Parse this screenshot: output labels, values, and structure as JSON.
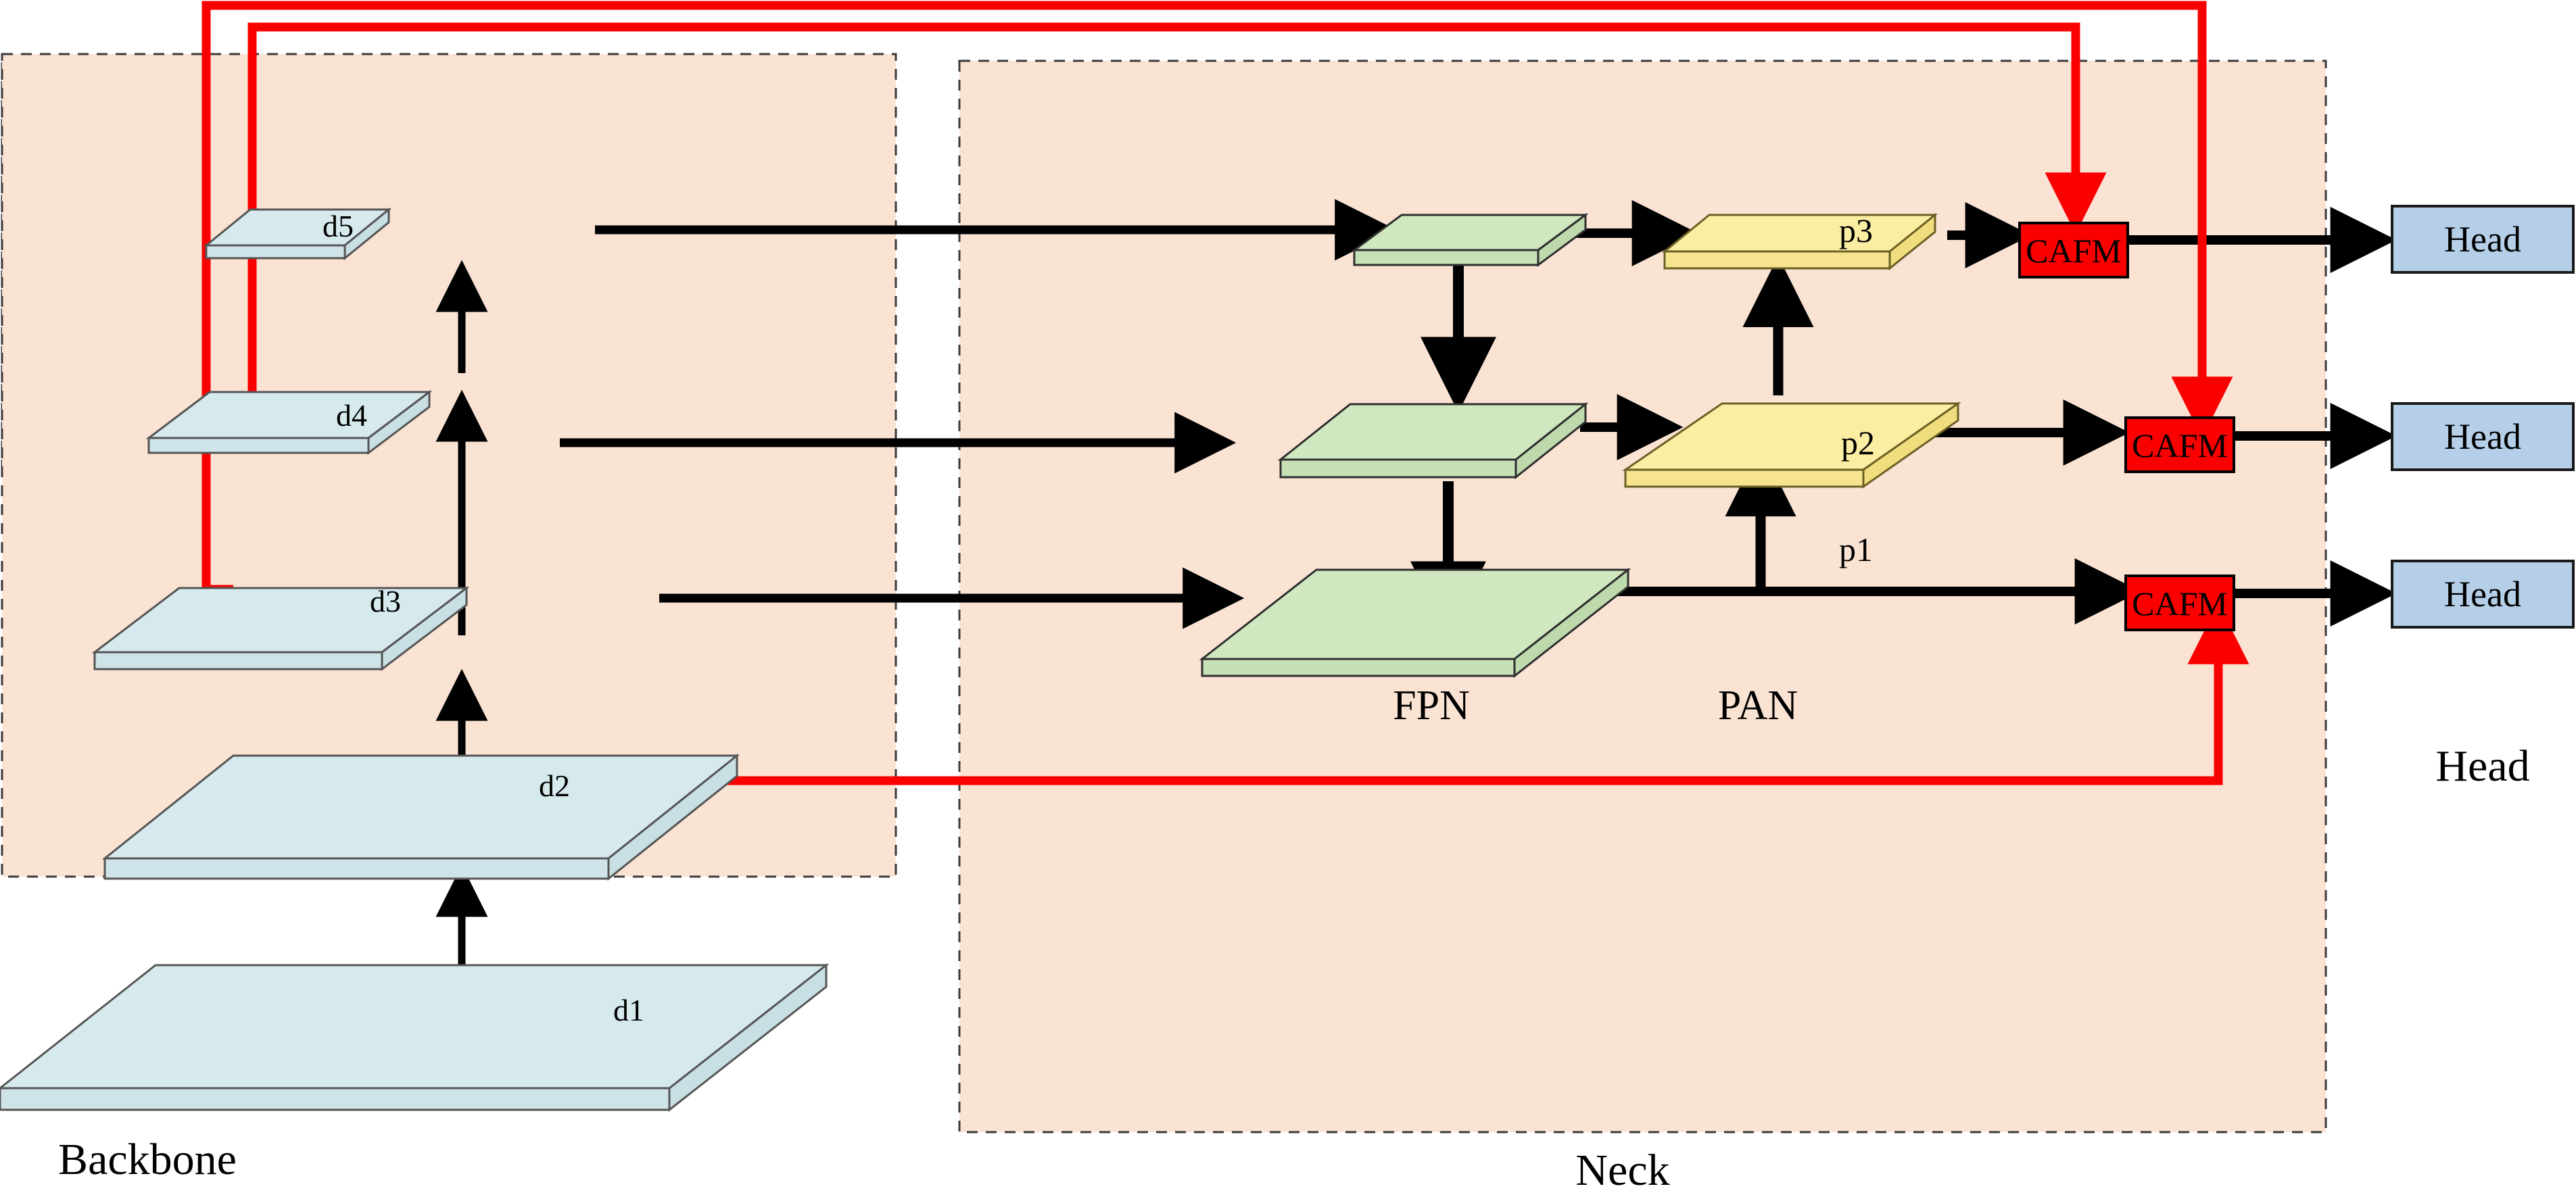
{
  "figure": {
    "type": "neural-network-architecture-diagram",
    "title": "",
    "description": "Object detection network: Backbone (d1-d5) -> Neck (FPN green / PAN yellow) -> CAFM fusion -> Head. Red skip connections carry d2, d3, d4 backbone features directly to the CAFM modules."
  },
  "colors": {
    "panel_fill": "#fae3d3",
    "panel_border": "#3a3a3a",
    "backbone_slab_top": "#d6e9ec",
    "backbone_slab_side": "#cfe4e8",
    "fpn_slab_top": "#cfe8bf",
    "fpn_slab_side": "#c6e1b5",
    "pan_slab_top": "#fbeea3",
    "pan_slab_side": "#f6e58e",
    "cafm_fill": "#fa0000",
    "cafm_border": "#000000",
    "head_fill": "#b5cfe8",
    "head_border": "#1a1a1a",
    "arrow_black": "#000000",
    "skip_red": "#fa0000"
  },
  "regions": [
    {
      "id": "backbone",
      "label": "Backbone"
    },
    {
      "id": "neck",
      "label": "Neck"
    },
    {
      "id": "head",
      "label": "Head"
    }
  ],
  "backbone": {
    "caption": "Backbone",
    "slabs": [
      {
        "id": "d1",
        "label": "d1"
      },
      {
        "id": "d2",
        "label": "d2"
      },
      {
        "id": "d3",
        "label": "d3"
      },
      {
        "id": "d4",
        "label": "d4"
      },
      {
        "id": "d5",
        "label": "d5"
      }
    ]
  },
  "neck": {
    "caption": "Neck",
    "fpn": {
      "caption": "FPN",
      "slabs": [
        {
          "id": "fpn-top",
          "label": ""
        },
        {
          "id": "fpn-mid",
          "label": ""
        },
        {
          "id": "fpn-bottom",
          "label": ""
        }
      ]
    },
    "pan": {
      "caption": "PAN",
      "slabs": [
        {
          "id": "p3",
          "label": "p3"
        },
        {
          "id": "p2",
          "label": "p2"
        },
        {
          "id": "p1",
          "label": "p1"
        }
      ]
    },
    "cafm": [
      {
        "id": "cafm-1",
        "label": "CAFM"
      },
      {
        "id": "cafm-2",
        "label": "CAFM"
      },
      {
        "id": "cafm-3",
        "label": "CAFM"
      }
    ]
  },
  "head": {
    "caption": "Head",
    "boxes": [
      {
        "id": "head-1",
        "label": "Head"
      },
      {
        "id": "head-2",
        "label": "Head"
      },
      {
        "id": "head-3",
        "label": "Head"
      }
    ]
  },
  "connections": {
    "skip_links": [
      {
        "from": "d3",
        "to": "cafm-2",
        "color": "#fa0000"
      },
      {
        "from": "d4",
        "to": "cafm-1",
        "color": "#fa0000"
      },
      {
        "from": "d2",
        "to": "cafm-3",
        "color": "#fa0000"
      }
    ],
    "lateral_links": [
      {
        "from": "d5",
        "to": "fpn-top"
      },
      {
        "from": "d4",
        "to": "fpn-mid"
      },
      {
        "from": "d3",
        "to": "fpn-bottom"
      }
    ]
  }
}
